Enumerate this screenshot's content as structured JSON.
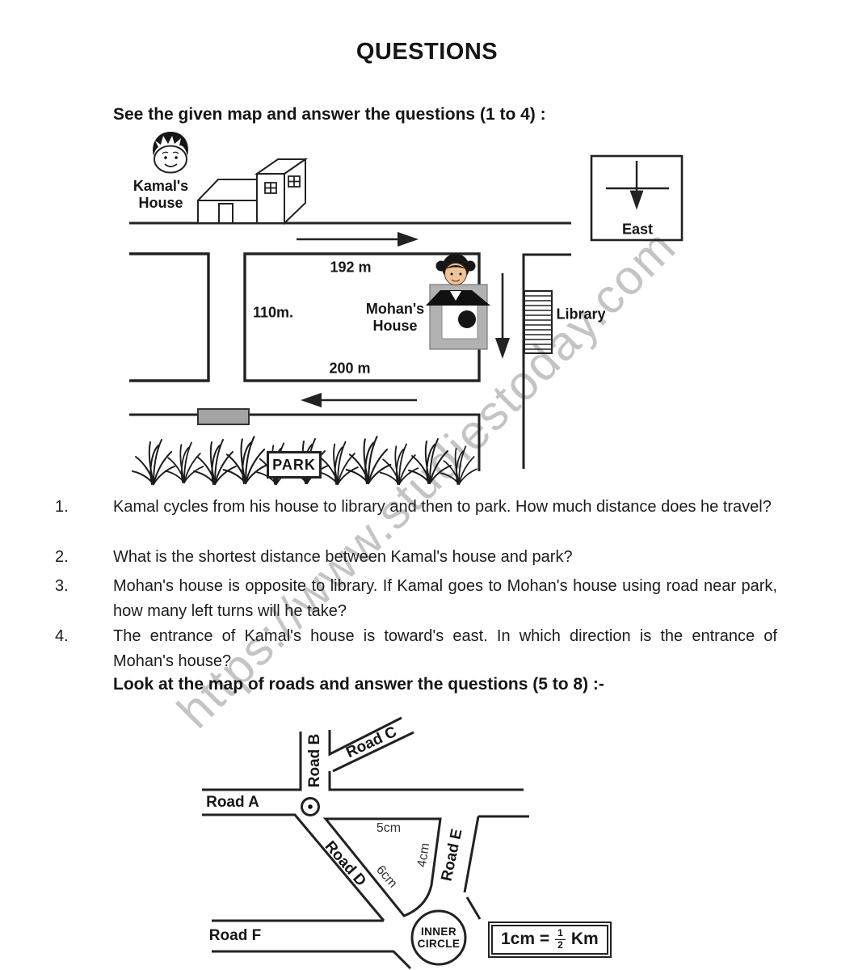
{
  "page": {
    "title": "QUESTIONS",
    "intro1": "See the given map and answer the questions (1 to 4) :",
    "intro2": "Look at the map of roads and answer the questions (5 to 8) :-",
    "watermark": "https://www.studiestoday.com"
  },
  "map1": {
    "kamal_house_line1": "Kamal's",
    "kamal_house_line2": "House",
    "east_label": "East",
    "dist_top": "192 m",
    "dist_left": "110m.",
    "dist_bottom": "200 m",
    "mohan_house_line1": "Mohan's",
    "mohan_house_line2": "House",
    "library_label": "Library",
    "park_label": "PARK"
  },
  "questions": [
    {
      "num": "1.",
      "text": "Kamal cycles from his house to library and then to park. How much distance does he travel?"
    },
    {
      "num": "2.",
      "text": "What is the shortest distance between Kamal's house and park?"
    },
    {
      "num": "3.",
      "text": "Mohan's house is opposite to library. If Kamal goes to Mohan's house using road near park, how many left turns will he take?"
    },
    {
      "num": "4.",
      "text": "The entrance of Kamal's house is toward's east. In which direction is the entrance of Mohan's house?"
    }
  ],
  "map2": {
    "road_a": "Road A",
    "road_b": "Road B",
    "road_c": "Road C",
    "road_d": "Road D",
    "road_e": "Road E",
    "road_f": "Road F",
    "len_top": "5cm",
    "len_right": "4cm",
    "len_left": "6cm",
    "inner_circle_line1": "INNER",
    "inner_circle_line2": "CIRCLE",
    "scale_prefix": "1cm =",
    "scale_frac_num": "1",
    "scale_frac_den": "2",
    "scale_unit": "Km"
  }
}
